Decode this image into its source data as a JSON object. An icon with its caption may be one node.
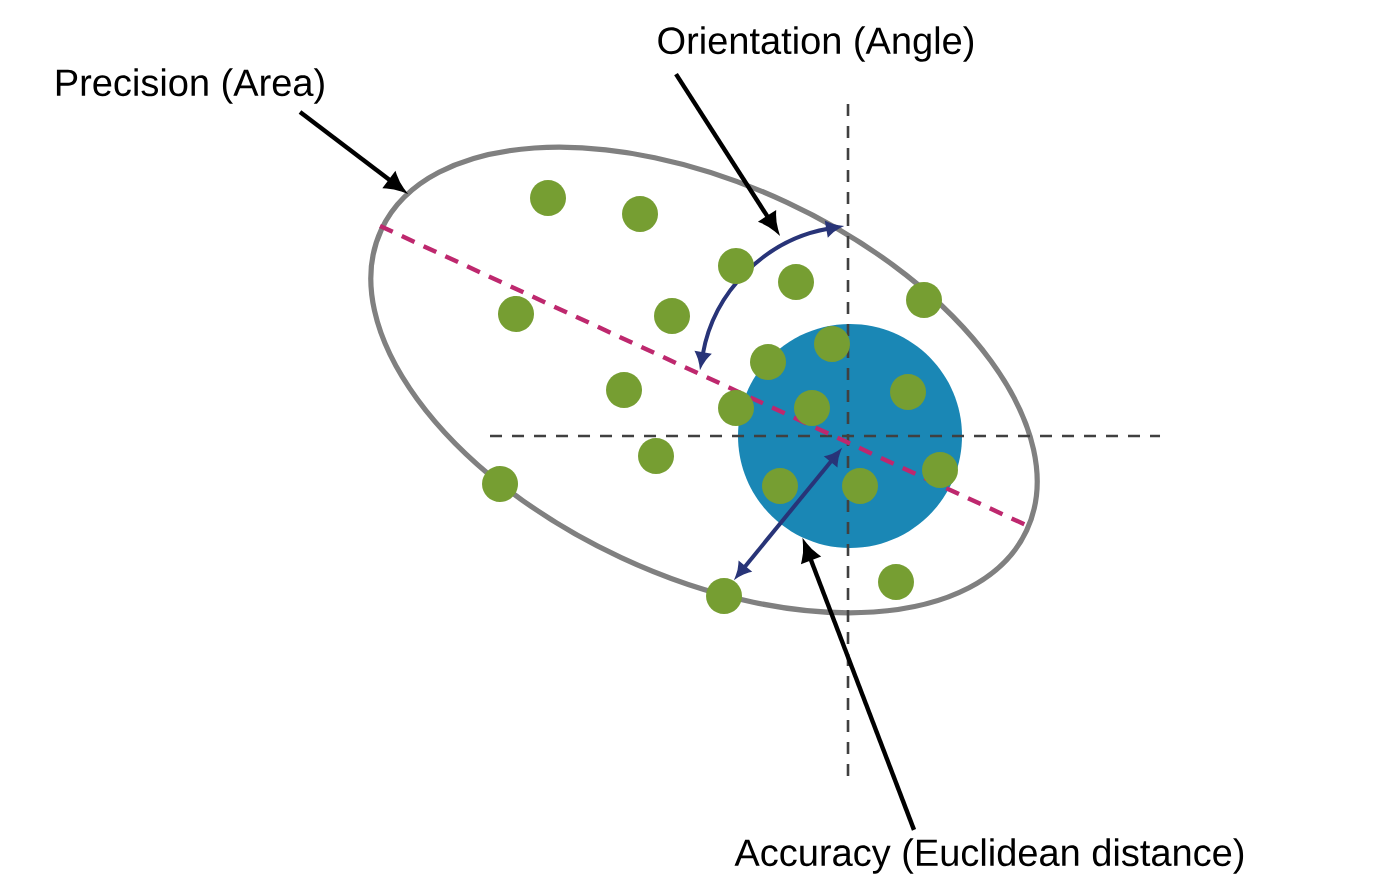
{
  "diagram": {
    "nodes": [
      {
        "text": [
          "Precision (Area)"
        ]
      },
      {
        "text": [
          "Orientation (Angle)"
        ]
      },
      {
        "text": [
          "Accuracy (Euclidean distance)"
        ]
      },
      {
        "text": [],
        "shape": "ellipse"
      },
      {
        "text": [],
        "shape": "circle",
        "in": 3
      },
      {
        "text": [],
        "shape": "arc",
        "in": 3
      }
    ],
    "edges": [
      {
        "from": 0,
        "to": 3,
        "arrow": "to"
      },
      {
        "from": 1,
        "to": 5,
        "arrow": "to"
      },
      {
        "from": 2,
        "to": 4,
        "arrow": "to"
      }
    ]
  }
}
